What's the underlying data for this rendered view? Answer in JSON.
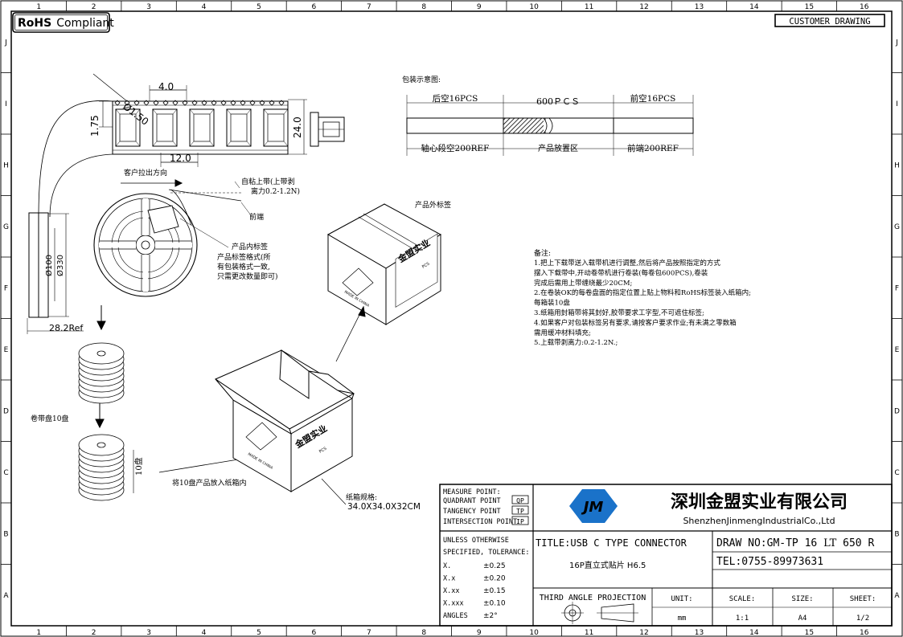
{
  "frame": {
    "col_labels": [
      "1",
      "2",
      "3",
      "4",
      "5",
      "6",
      "7",
      "8",
      "9",
      "10",
      "11",
      "12",
      "13",
      "14",
      "15",
      "16"
    ],
    "row_labels": [
      "J",
      "I",
      "H",
      "G",
      "F",
      "E",
      "D",
      "C",
      "B",
      "A"
    ]
  },
  "badges": {
    "rohs": {
      "bold": "RoHS",
      "rest": "Compliant"
    },
    "customer": "CUSTOMER DRAWING"
  },
  "tape": {
    "dim_dia": "Ø1.50",
    "dim_pitch": "4.0",
    "dim_height": "1.75",
    "dim_width": "24.0",
    "dim_pocket": "12.0"
  },
  "packing": {
    "title": "包装示意图:",
    "back_empty": "后空16PCS",
    "count": "600ＰＣＳ",
    "front_empty": "前空16PCS",
    "axis_empty": "轴心段空200REF",
    "product_area": "产品放置区",
    "front_end": "前端200REF"
  },
  "reel": {
    "pull_direction": "客户拉出方向",
    "self_tape_1": "自粘上带(上带剥",
    "self_tape_2": "离力0.2-1.2N)",
    "front": "前端",
    "inner_label": "产品内标签",
    "label_fmt_1": "产品标签格式(所",
    "label_fmt_2": "有包装格式一致,",
    "label_fmt_3": "只需更改数量即可)",
    "dia_inner": "Ø100",
    "dia_outer": "Ø330",
    "ref_width": "28.2Ref",
    "ten_reels": "卷带盘10盘",
    "stack_label": "10盘"
  },
  "box": {
    "outer_label": "产品外标签",
    "box_spec_1": "纸箱规格:",
    "box_spec_2": "34.0X34.0X32CM",
    "put_in": "将10盘产品放入纸箱内",
    "brand": "金盟实业",
    "made_in": "MADE IN CHINA",
    "qty": "PCS"
  },
  "notes": {
    "title": "备注:",
    "lines": [
      "1.把上下载带送入载带机进行调整,然后将产品按照指定的方式",
      "  摆入下载带中,开动卷带机进行卷装(每卷包600PCS),卷装",
      "  完成后需用上带缠绕最少20CM;",
      "2.在卷装OK的每卷盘面的指定位置上贴上物料和RoHS标签装入纸箱内;",
      "  每箱装10盘",
      "3.纸箱用封箱带将其封好,胶带要求工字型,不可遮住标签;",
      "4.如果客户对包装标签另有要求,请按客户要求作业;有未满之零数箱",
      "  需用缓冲材料填充;",
      "5.上载带剥离力:0.2-1.2N.;"
    ]
  },
  "titleblock": {
    "measure_point": "MEASURE POINT:",
    "points": [
      {
        "name": "QUADRANT POINT",
        "code": "QP"
      },
      {
        "name": "TANGENCY POINT",
        "code": "TP"
      },
      {
        "name": "INTERSECTION POINT",
        "code": "IP"
      }
    ],
    "company_cn": "深圳金盟实业有限公司",
    "company_en": "ShenzhenJinmengIndustrialCo.,Ltd",
    "unless": "UNLESS OTHERWISE",
    "specified": "SPECIFIED, TOLERANCE:",
    "tolerances": [
      {
        "k": "X.",
        "v": "±0.25"
      },
      {
        "k": "X.x",
        "v": "±0.20"
      },
      {
        "k": "X.xx",
        "v": "±0.15"
      },
      {
        "k": "X.xxx",
        "v": "±0.10"
      },
      {
        "k": "ANGLES",
        "v": "±2°"
      }
    ],
    "title": "TITLE:USB C TYPE CONNECTOR",
    "subtitle": "16P直立式贴片 H6.5",
    "draw_no_a": "DRAW NO:GM-TP 16 ",
    "draw_no_b": "LT",
    "draw_no_c": " 650 R",
    "tel": "TEL:0755-89973631",
    "projection": "THIRD ANGLE PROJECTION",
    "unit_label": "UNIT:",
    "unit_value": "mm",
    "scale_label": "SCALE:",
    "scale_value": "1:1",
    "size_label": "SIZE:",
    "size_value": "A4",
    "sheet_label": "SHEET:",
    "sheet_value": "1/2"
  },
  "colors": {
    "logo": "#1a72c9",
    "line": "#000000"
  }
}
